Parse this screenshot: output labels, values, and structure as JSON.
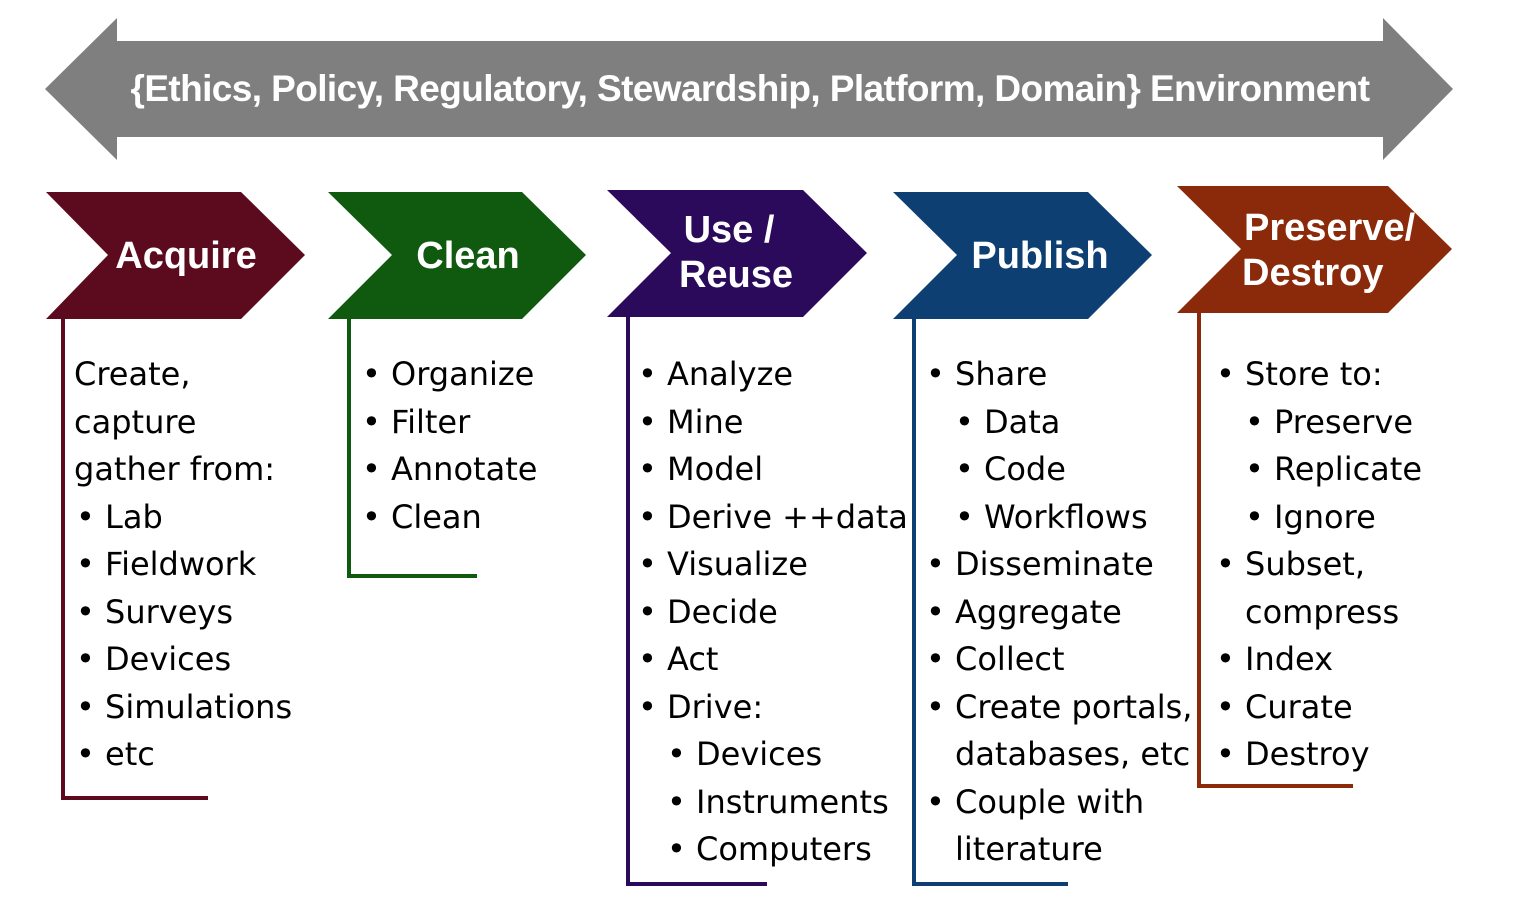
{
  "banner": {
    "text": "{Ethics, Policy, Regulatory, Stewardship, Platform, Domain} Environment",
    "color": "#7f7f7f"
  },
  "stages": [
    {
      "label": "Acquire",
      "color": "#5c0a1e",
      "items": [
        {
          "text": "Create,",
          "bullet": false,
          "level": 0
        },
        {
          "text": "capture",
          "bullet": false,
          "level": 0
        },
        {
          "text": "gather from:",
          "bullet": false,
          "level": 0
        },
        {
          "text": "Lab",
          "bullet": true,
          "level": 0
        },
        {
          "text": "Fieldwork",
          "bullet": true,
          "level": 0
        },
        {
          "text": "Surveys",
          "bullet": true,
          "level": 0
        },
        {
          "text": "Devices",
          "bullet": true,
          "level": 0
        },
        {
          "text": "Simulations",
          "bullet": true,
          "level": 0
        },
        {
          "text": "etc",
          "bullet": true,
          "level": 0
        }
      ]
    },
    {
      "label": "Clean",
      "color": "#0f5a0f",
      "items": [
        {
          "text": "Organize",
          "bullet": true,
          "level": 0
        },
        {
          "text": "Filter",
          "bullet": true,
          "level": 0
        },
        {
          "text": "Annotate",
          "bullet": true,
          "level": 0
        },
        {
          "text": "Clean",
          "bullet": true,
          "level": 0
        }
      ]
    },
    {
      "label_lines": [
        "Use /",
        "Reuse"
      ],
      "color": "#2b0a5c",
      "items": [
        {
          "text": "Analyze",
          "bullet": true,
          "level": 0
        },
        {
          "text": "Mine",
          "bullet": true,
          "level": 0
        },
        {
          "text": "Model",
          "bullet": true,
          "level": 0
        },
        {
          "text": "Derive ++data",
          "bullet": true,
          "level": 0
        },
        {
          "text": "Visualize",
          "bullet": true,
          "level": 0
        },
        {
          "text": "Decide",
          "bullet": true,
          "level": 0
        },
        {
          "text": "Act",
          "bullet": true,
          "level": 0
        },
        {
          "text": "Drive:",
          "bullet": true,
          "level": 0
        },
        {
          "text": "Devices",
          "bullet": true,
          "level": 1
        },
        {
          "text": "Instruments",
          "bullet": true,
          "level": 1
        },
        {
          "text": "Computers",
          "bullet": true,
          "level": 1
        }
      ]
    },
    {
      "label": "Publish",
      "color": "#0e3f73",
      "items": [
        {
          "text": "Share",
          "bullet": true,
          "level": 0
        },
        {
          "text": "Data",
          "bullet": true,
          "level": 1
        },
        {
          "text": "Code",
          "bullet": true,
          "level": 1
        },
        {
          "text": "Workflows",
          "bullet": true,
          "level": 1
        },
        {
          "text": "Disseminate",
          "bullet": true,
          "level": 0
        },
        {
          "text": "Aggregate",
          "bullet": true,
          "level": 0
        },
        {
          "text": "Collect",
          "bullet": true,
          "level": 0
        },
        {
          "text": "Create portals,",
          "bullet": true,
          "level": 0
        },
        {
          "text": "databases, etc",
          "bullet": false,
          "level": 0
        },
        {
          "text": "Couple with",
          "bullet": true,
          "level": 0
        },
        {
          "text": "literature",
          "bullet": false,
          "level": 0
        }
      ]
    },
    {
      "label_lines": [
        "Preserve/",
        "Destroy"
      ],
      "color": "#8a2a0a",
      "items": [
        {
          "text": "Store to:",
          "bullet": true,
          "level": 0
        },
        {
          "text": "Preserve",
          "bullet": true,
          "level": 1
        },
        {
          "text": "Replicate",
          "bullet": true,
          "level": 1
        },
        {
          "text": "Ignore",
          "bullet": true,
          "level": 1
        },
        {
          "text": "Subset,",
          "bullet": true,
          "level": 0
        },
        {
          "text": "compress",
          "bullet": false,
          "level": 0
        },
        {
          "text": "Index",
          "bullet": true,
          "level": 0
        },
        {
          "text": "Curate",
          "bullet": true,
          "level": 0
        },
        {
          "text": "Destroy",
          "bullet": true,
          "level": 0
        }
      ]
    }
  ]
}
